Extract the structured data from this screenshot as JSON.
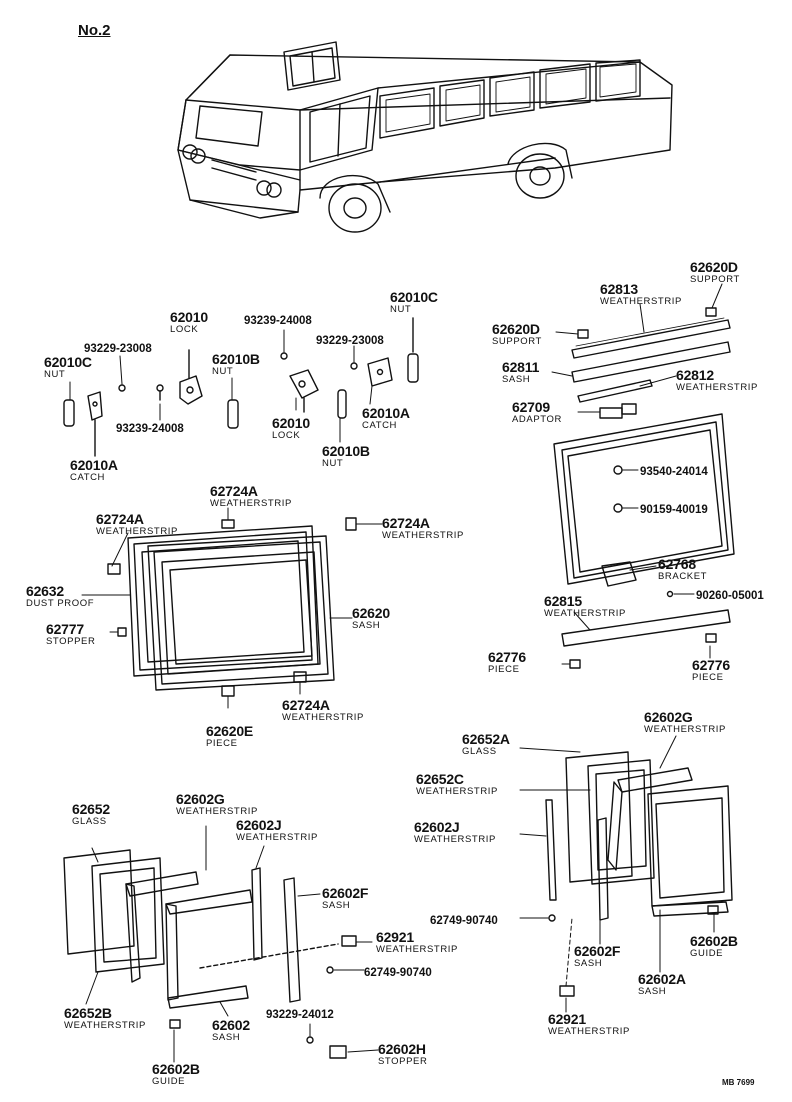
{
  "title": "No.2",
  "drawing_code": "MB 7699",
  "parts": [
    {
      "num": "62010C",
      "name": "NUT"
    },
    {
      "num": "93229-23008",
      "name": ""
    },
    {
      "num": "62010",
      "name": "LOCK"
    },
    {
      "num": "93239-24008",
      "name": ""
    },
    {
      "num": "93229-23008",
      "name": ""
    },
    {
      "num": "62010C",
      "name": "NUT"
    },
    {
      "num": "62010B",
      "name": "NUT"
    },
    {
      "num": "93239-24008",
      "name": ""
    },
    {
      "num": "62010",
      "name": "LOCK"
    },
    {
      "num": "62010A",
      "name": "CATCH"
    },
    {
      "num": "62010B",
      "name": "NUT"
    },
    {
      "num": "62010A",
      "name": "CATCH"
    },
    {
      "num": "62724A",
      "name": "WEATHERSTRIP"
    },
    {
      "num": "62724A",
      "name": "WEATHERSTRIP"
    },
    {
      "num": "62724A",
      "name": "WEATHERSTRIP"
    },
    {
      "num": "62632",
      "name": "DUST PROOF"
    },
    {
      "num": "62620",
      "name": "SASH"
    },
    {
      "num": "62777",
      "name": "STOPPER"
    },
    {
      "num": "62724A",
      "name": "WEATHERSTRIP"
    },
    {
      "num": "62620E",
      "name": "PIECE"
    },
    {
      "num": "62620D",
      "name": "SUPPORT"
    },
    {
      "num": "62813",
      "name": "WEATHERSTRIP"
    },
    {
      "num": "62620D",
      "name": "SUPPORT"
    },
    {
      "num": "62811",
      "name": "SASH"
    },
    {
      "num": "62812",
      "name": "WEATHERSTRIP"
    },
    {
      "num": "62709",
      "name": "ADAPTOR"
    },
    {
      "num": "93540-24014",
      "name": ""
    },
    {
      "num": "90159-40019",
      "name": ""
    },
    {
      "num": "62768",
      "name": "BRACKET"
    },
    {
      "num": "90260-05001",
      "name": ""
    },
    {
      "num": "62815",
      "name": "WEATHERSTRIP"
    },
    {
      "num": "62776",
      "name": "PIECE"
    },
    {
      "num": "62776",
      "name": "PIECE"
    },
    {
      "num": "62652A",
      "name": "GLASS"
    },
    {
      "num": "62602G",
      "name": "WEATHERSTRIP"
    },
    {
      "num": "62652C",
      "name": "WEATHERSTRIP"
    },
    {
      "num": "62602J",
      "name": "WEATHERSTRIP"
    },
    {
      "num": "62749-90740",
      "name": ""
    },
    {
      "num": "62602F",
      "name": "SASH"
    },
    {
      "num": "62602A",
      "name": "SASH"
    },
    {
      "num": "62602B",
      "name": "GUIDE"
    },
    {
      "num": "62921",
      "name": "WEATHERSTRIP"
    },
    {
      "num": "62652",
      "name": "GLASS"
    },
    {
      "num": "62602G",
      "name": "WEATHERSTRIP"
    },
    {
      "num": "62602J",
      "name": "WEATHERSTRIP"
    },
    {
      "num": "62602F",
      "name": "SASH"
    },
    {
      "num": "62921",
      "name": "WEATHERSTRIP"
    },
    {
      "num": "62749-90740",
      "name": ""
    },
    {
      "num": "62652B",
      "name": "WEATHERSTRIP"
    },
    {
      "num": "62602",
      "name": "SASH"
    },
    {
      "num": "93229-24012",
      "name": ""
    },
    {
      "num": "62602H",
      "name": "STOPPER"
    },
    {
      "num": "62602B",
      "name": "GUIDE"
    }
  ]
}
